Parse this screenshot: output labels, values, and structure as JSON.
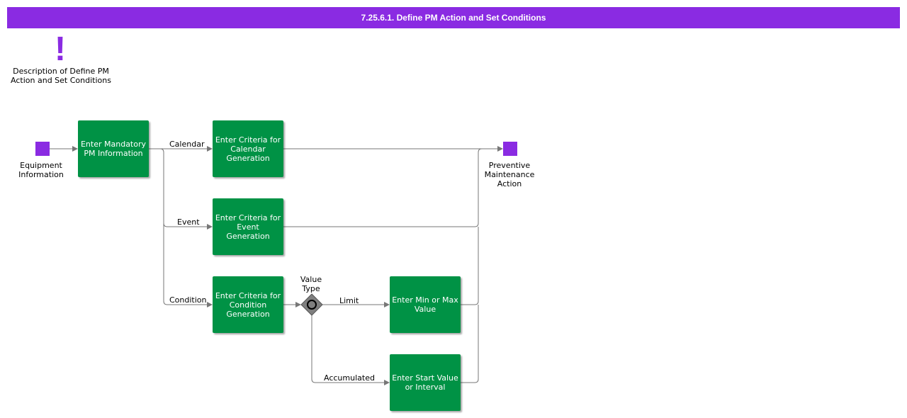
{
  "title": "7.25.6.1. Define PM Action and Set Conditions",
  "description": "Description of Define PM Action and Set Conditions",
  "start_event": "Equipment Information",
  "end_event": "Preventive Maintenance Action",
  "tasks": {
    "mandatory": "Enter Mandatory PM Information",
    "calendar": "Enter Criteria for Calendar Generation",
    "event": "Enter Criteria for Event Generation",
    "condition": "Enter Criteria for Condition Generation",
    "minmax": "Enter Min or Max Value",
    "startvalue": "Enter Start Value or Interval"
  },
  "gateway": "Value Type",
  "flows": {
    "calendar": "Calendar",
    "event": "Event",
    "condition": "Condition",
    "limit": "Limit",
    "accumulated": "Accumulated"
  },
  "colors": {
    "header": "#8a2be2",
    "event": "#8a2be2",
    "task": "#009245",
    "gateway": "#7f7f7f"
  }
}
